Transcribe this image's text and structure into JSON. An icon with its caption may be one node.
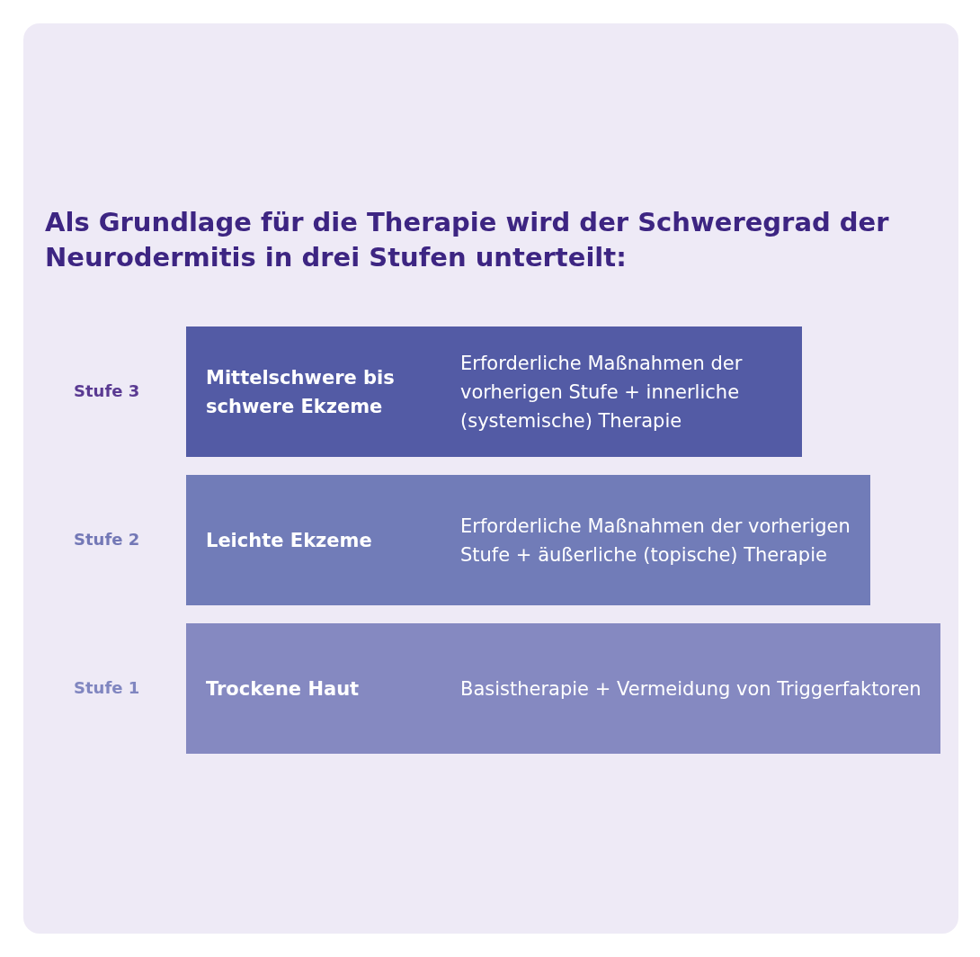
{
  "diagram": {
    "title": "Als Grundlage für die Therapie wird der Schweregrad der Neurodermitis in drei Stufen unterteilt:",
    "nodes": [
      {
        "text": [
          "Mittelschwere bis schwere Ekzeme",
          "Erforderliche Maßnahmen der vorherigen Stufe + innerliche (systemische) Therapie"
        ],
        "beside": [
          "Stufe 3"
        ]
      },
      {
        "text": [
          "Leichte Ekzeme",
          "Erforderliche Maßnahmen der vorherigen Stufe + äußerliche (topische) Therapie"
        ],
        "beside": [
          "Stufe 2"
        ]
      },
      {
        "text": [
          "Trockene Haut",
          "Basistherapie + Vermeidung von Triggerfaktoren"
        ],
        "beside": [
          "Stufe 1"
        ]
      }
    ]
  }
}
